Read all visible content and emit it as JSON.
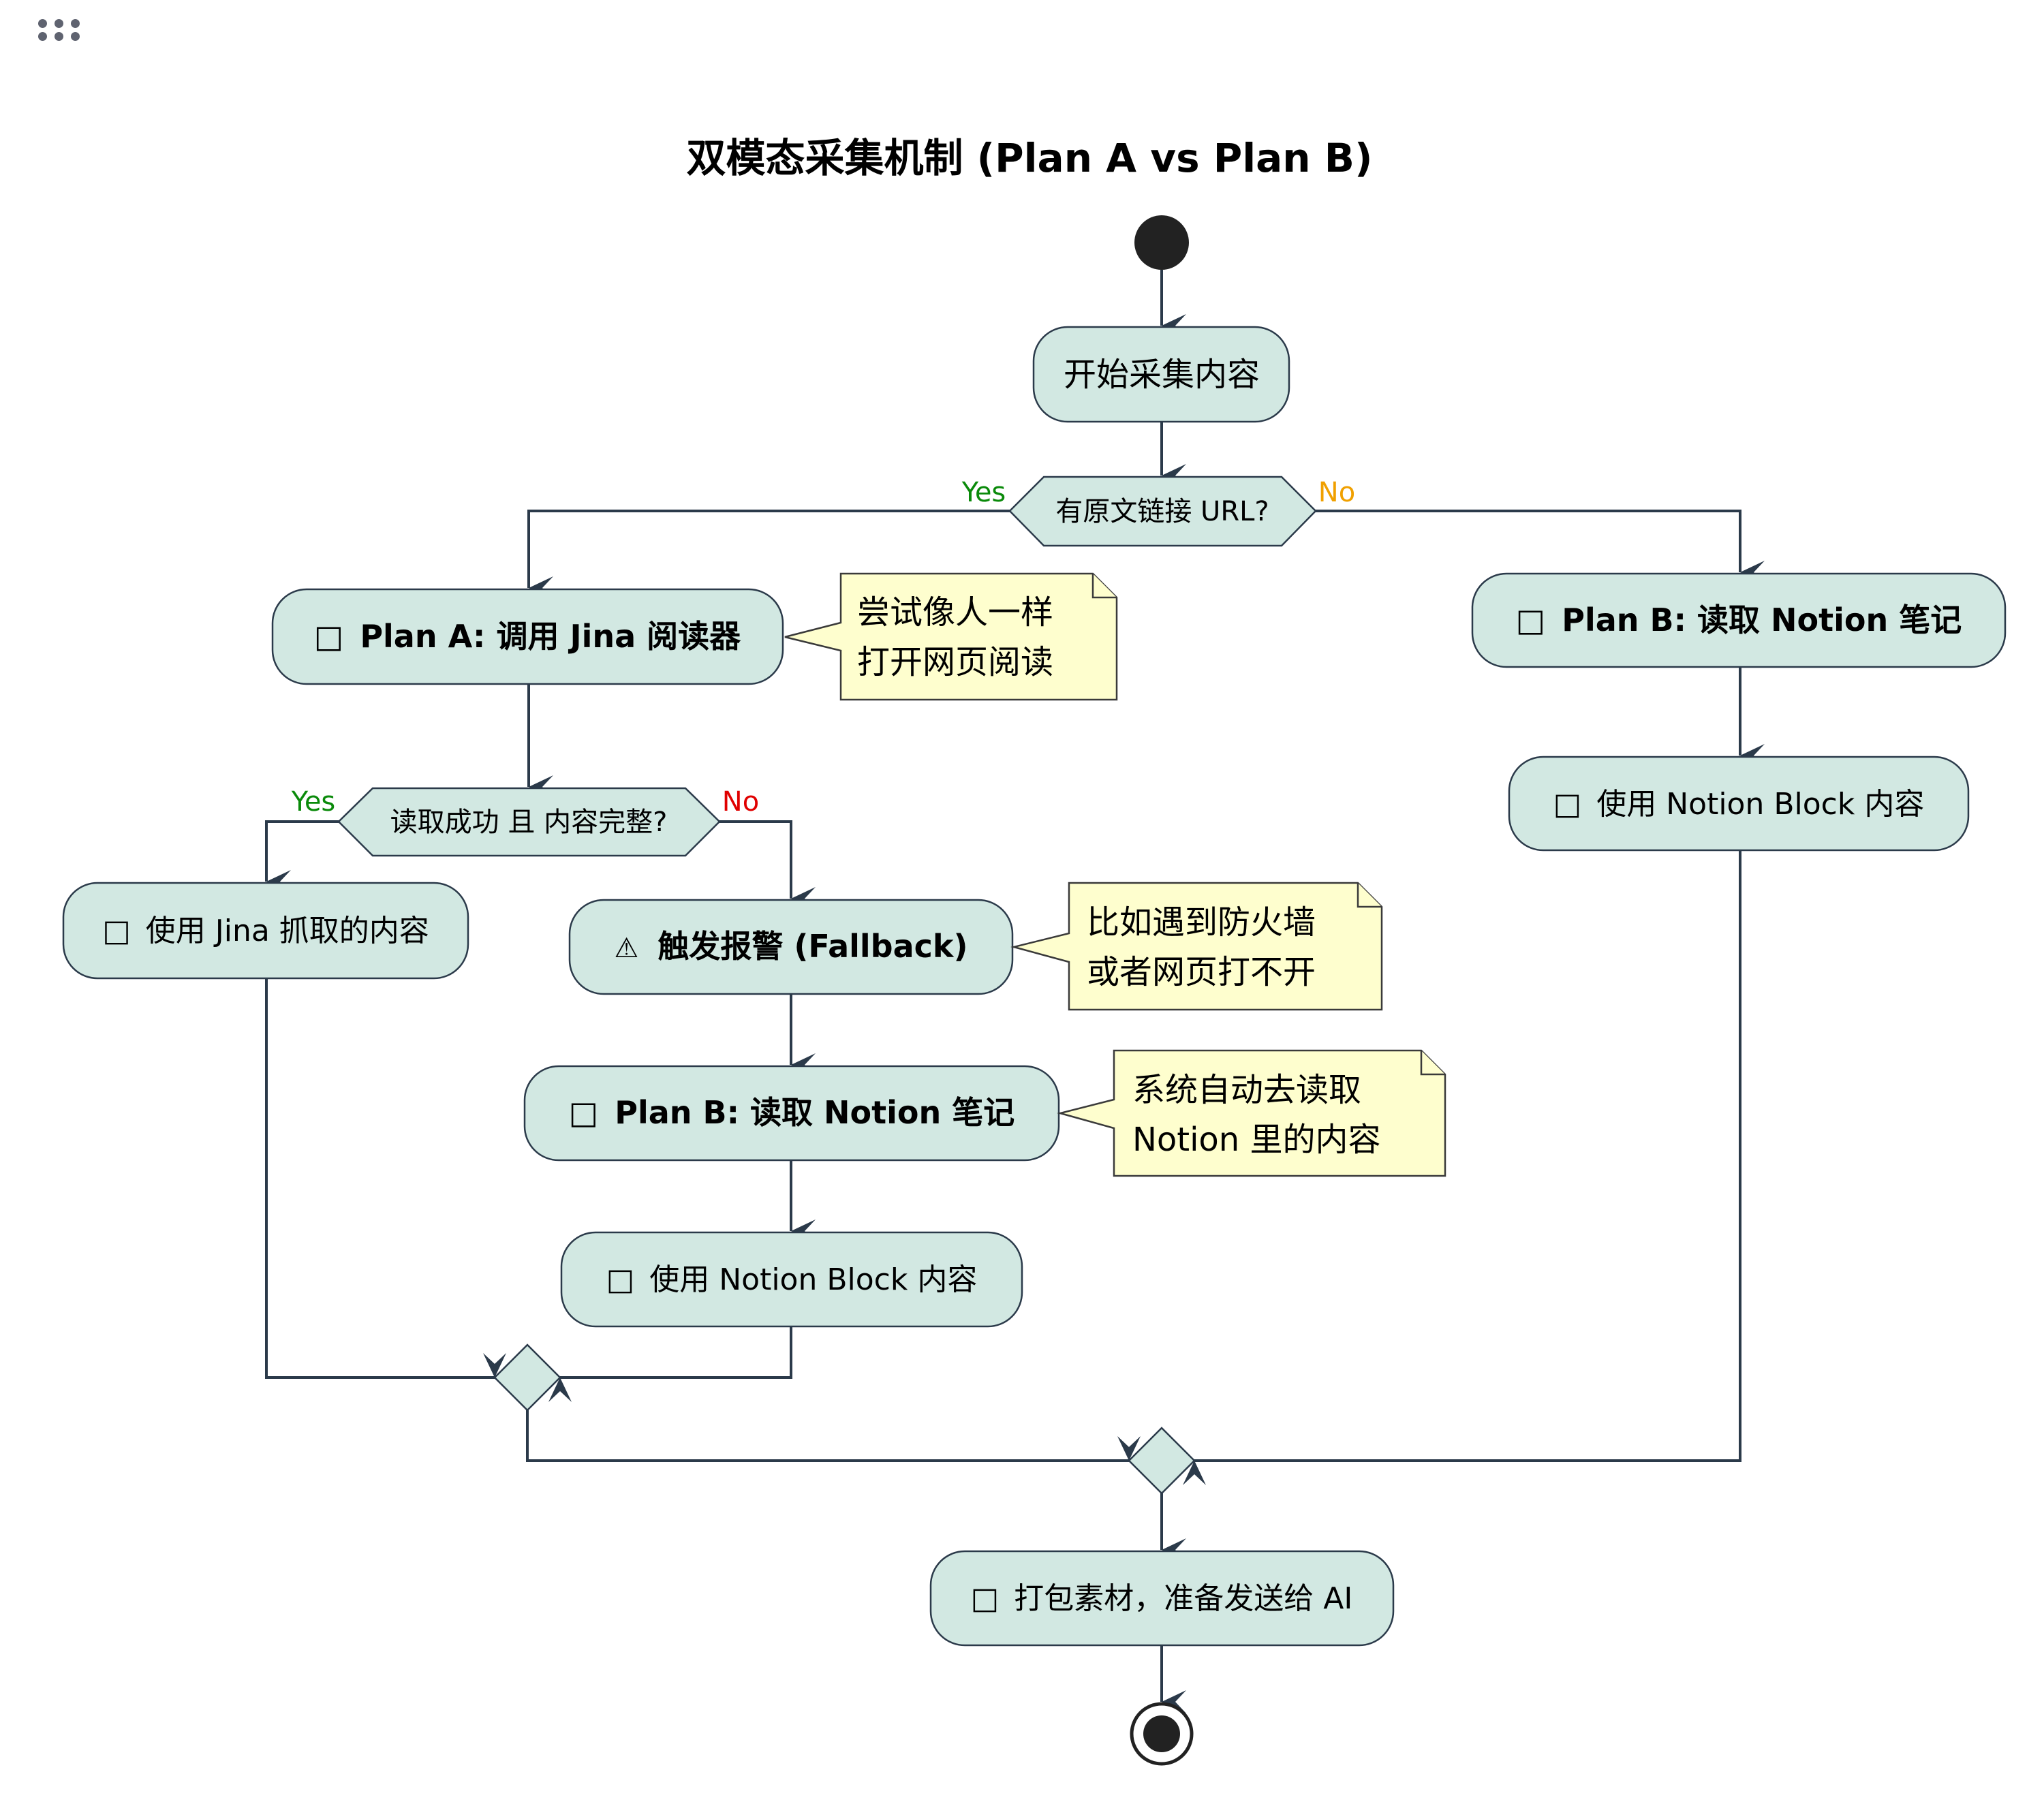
{
  "toolbar": {
    "drag_handle_icon": "grip-dots-icon"
  },
  "diagram": {
    "title": "双模态采集机制 (Plan A vs Plan B)",
    "type": "activity-flowchart",
    "colors": {
      "node_fill": "#d2e8e2",
      "node_stroke": "#2b3a4a",
      "note_fill": "#fefece",
      "edge": "#2b3a4a",
      "yes_green": "#0a8a0a",
      "no_orange": "#f0a000",
      "no_red": "#e00000",
      "terminal": "#222222"
    },
    "start": {
      "name": "start-node"
    },
    "end": {
      "name": "end-node"
    },
    "nodes": {
      "collect_start": {
        "label": "开始采集内容"
      },
      "has_url": {
        "label": "有原文链接 URL?",
        "yes": "Yes",
        "no": "No"
      },
      "plan_a": {
        "icon": "□",
        "label": "Plan A: 调用 Jina 阅读器"
      },
      "plan_b_right": {
        "icon": "□",
        "label": "Plan B: 读取 Notion 笔记"
      },
      "use_notion_right": {
        "icon": "□",
        "label": "使用 Notion Block 内容"
      },
      "read_ok": {
        "label": "读取成功 且 内容完整?",
        "yes": "Yes",
        "no": "No"
      },
      "use_jina": {
        "icon": "□",
        "label": "使用 Jina 抓取的内容"
      },
      "fallback": {
        "icon": "⚠",
        "label": "触发报警 (Fallback)"
      },
      "plan_b_mid": {
        "icon": "□",
        "label": "Plan B: 读取 Notion 笔记"
      },
      "use_notion_mid": {
        "icon": "□",
        "label": "使用 Notion Block 内容"
      },
      "package": {
        "icon": "□",
        "label": "打包素材，准备发送给 AI"
      }
    },
    "notes": {
      "plan_a_note": {
        "lines": [
          "尝试像人一样",
          "打开网页阅读"
        ]
      },
      "fallback_note": {
        "lines": [
          "比如遇到防火墙",
          "或者网页打不开"
        ]
      },
      "plan_b_note": {
        "lines": [
          "系统自动去读取",
          "Notion 里的内容"
        ]
      }
    },
    "edges": [
      [
        "start",
        "collect_start"
      ],
      [
        "collect_start",
        "has_url"
      ],
      [
        "has_url:Yes",
        "plan_a"
      ],
      [
        "has_url:No",
        "plan_b_right"
      ],
      [
        "plan_a",
        "read_ok"
      ],
      [
        "read_ok:Yes",
        "use_jina"
      ],
      [
        "read_ok:No",
        "fallback"
      ],
      [
        "fallback",
        "plan_b_mid"
      ],
      [
        "plan_b_mid",
        "use_notion_mid"
      ],
      [
        "use_jina",
        "merge_inner"
      ],
      [
        "use_notion_mid",
        "merge_inner"
      ],
      [
        "merge_inner",
        "merge_outer"
      ],
      [
        "use_notion_right",
        "merge_outer"
      ],
      [
        "plan_b_right",
        "use_notion_right"
      ],
      [
        "merge_outer",
        "package"
      ],
      [
        "package",
        "end"
      ]
    ]
  }
}
